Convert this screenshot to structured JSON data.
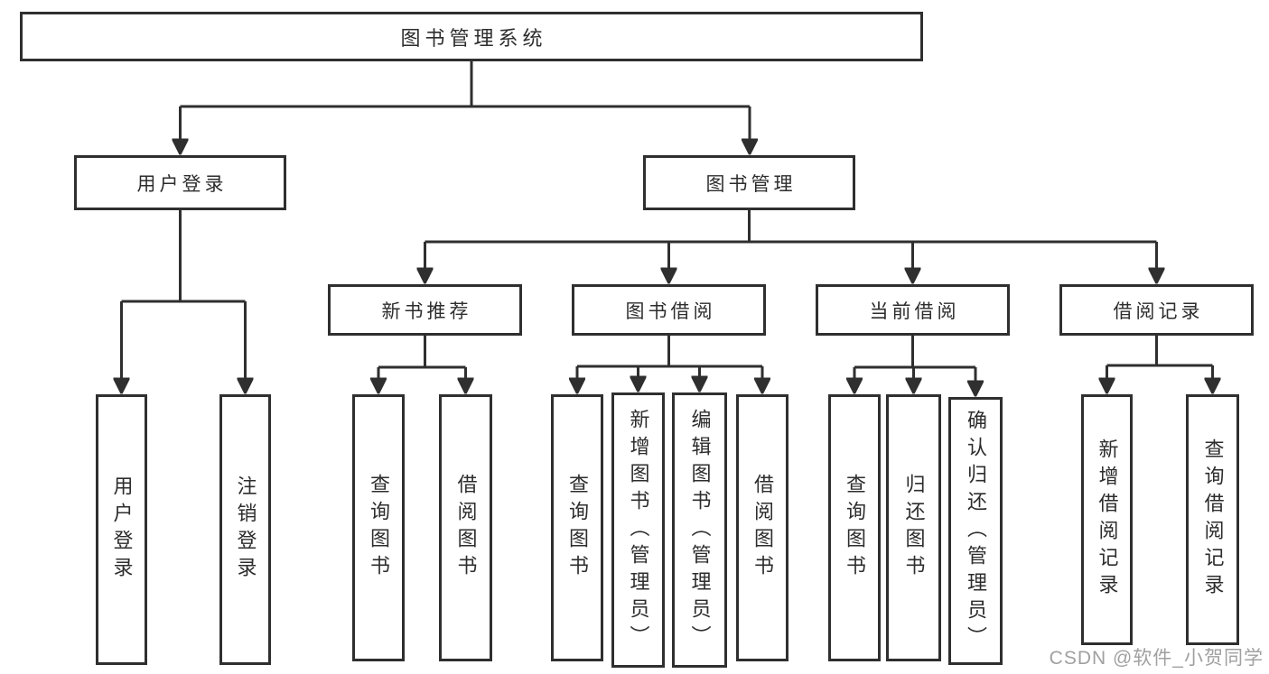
{
  "diagram": {
    "type": "hierarchy-tree",
    "nodes": {
      "root": {
        "label": "图书管理系统"
      },
      "user_login": {
        "label": "用户登录",
        "children": [
          {
            "label": "用户登录"
          },
          {
            "label": "注销登录"
          }
        ]
      },
      "book_management": {
        "label": "图书管理",
        "children_labels": [
          "新书推荐",
          "图书借阅",
          "当前借阅",
          "借阅记录"
        ]
      },
      "new_book_recommend": {
        "label": "新书推荐",
        "children": [
          {
            "label": "查询图书"
          },
          {
            "label": "借阅图书"
          }
        ]
      },
      "book_borrow": {
        "label": "图书借阅",
        "children": [
          {
            "label": "查询图书"
          },
          {
            "label": "新增图书（管理员）"
          },
          {
            "label": "编辑图书（管理员）"
          },
          {
            "label": "借阅图书"
          }
        ]
      },
      "current_borrow": {
        "label": "当前借阅",
        "children": [
          {
            "label": "查询图书"
          },
          {
            "label": "归还图书"
          },
          {
            "label": "确认归还（管理员）"
          }
        ]
      },
      "borrow_records": {
        "label": "借阅记录",
        "children": [
          {
            "label": "新增借阅记录"
          },
          {
            "label": "查询借阅记录"
          }
        ]
      }
    }
  },
  "watermark": {
    "text": "CSDN @软件_小贺同学"
  },
  "colors": {
    "line": "#2f2f2f",
    "box_border": "#2f2f2f",
    "box_fill": "#ffffff",
    "text": "#2d2d2d",
    "watermark": "#9b9b9b",
    "bg": "#ffffff"
  }
}
